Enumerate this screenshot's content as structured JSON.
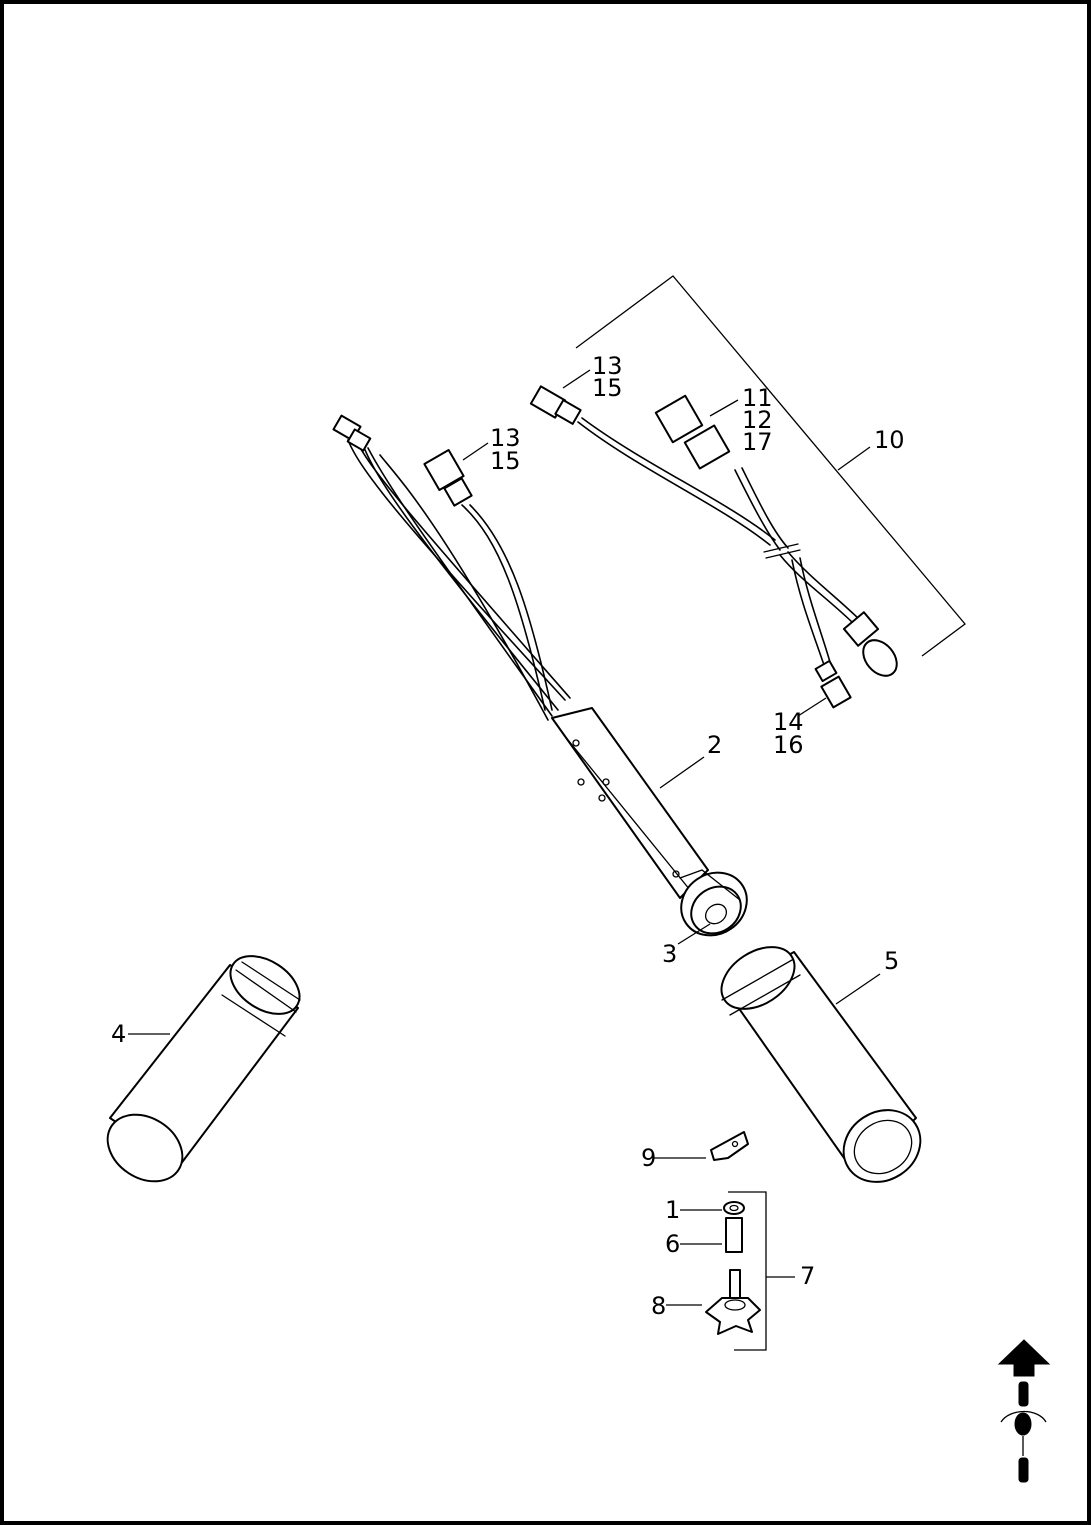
{
  "callouts": {
    "c1": "1",
    "c2": "2",
    "c3": "3",
    "c4": "4",
    "c5": "5",
    "c6": "6",
    "c7": "7",
    "c8": "8",
    "c9": "9",
    "c10": "10",
    "c13a": "13",
    "c15a": "15",
    "c13b": "13",
    "c15b": "15",
    "c11": "11",
    "c12": "12",
    "c17": "17",
    "c14": "14",
    "c16": "16"
  },
  "icons": {
    "orientation": "front-direction-arrow-icon"
  },
  "colors": {
    "line": "#000000",
    "background": "#ffffff"
  }
}
